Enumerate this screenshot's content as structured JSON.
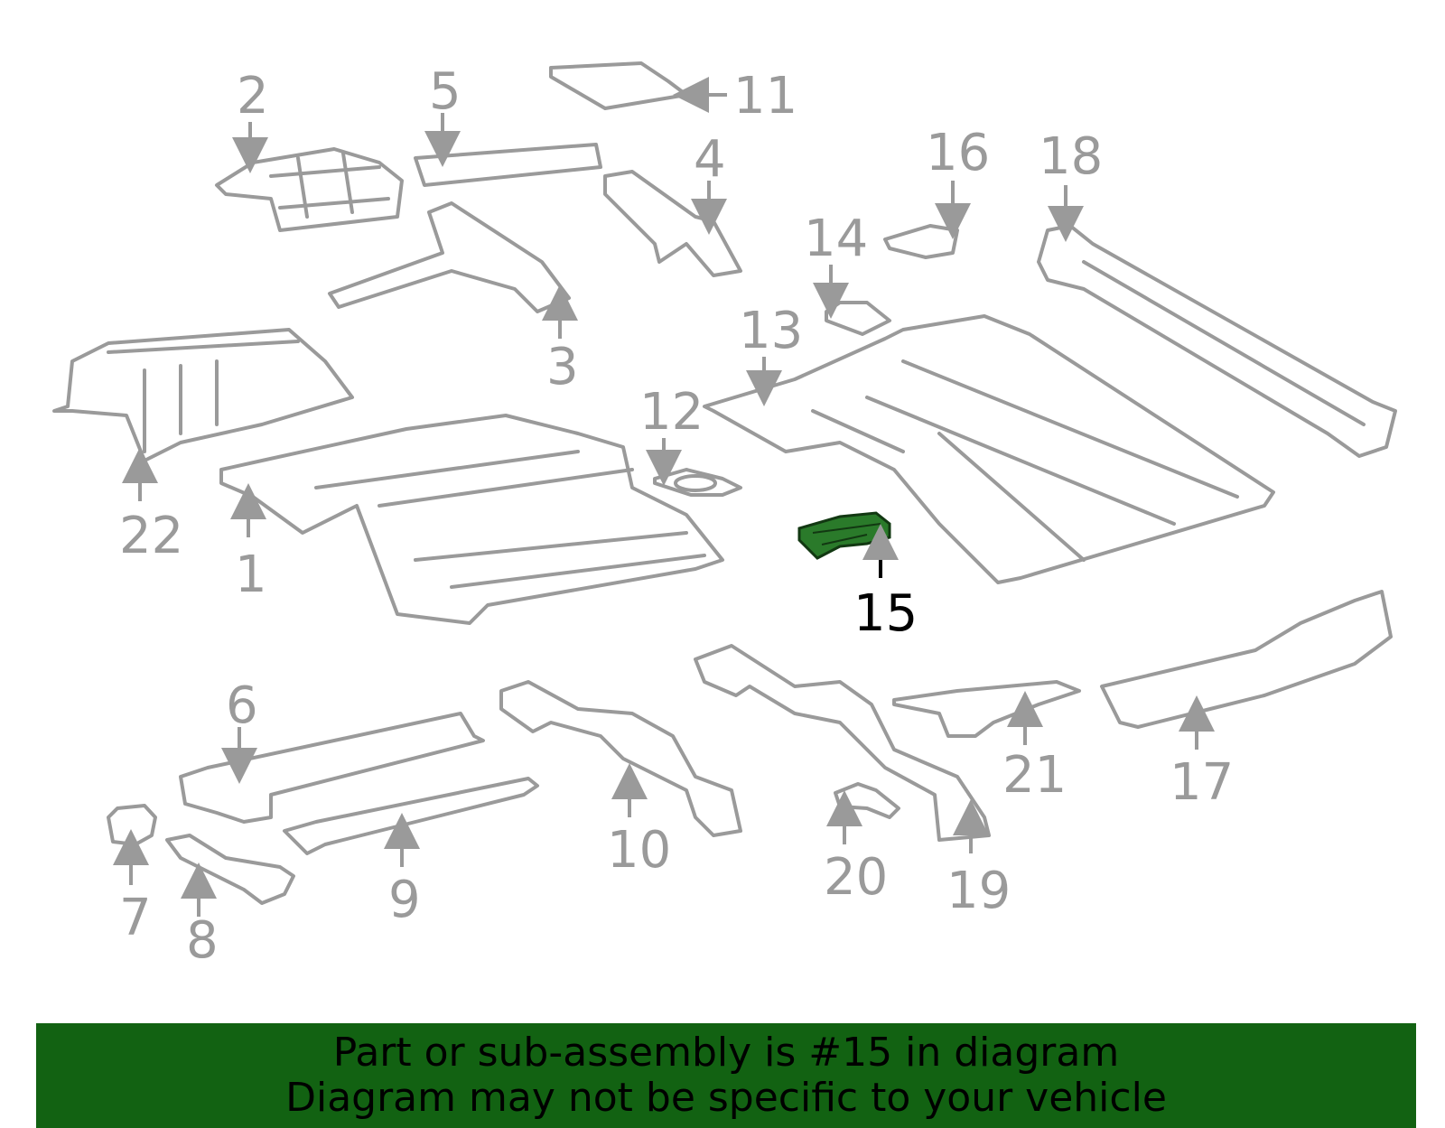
{
  "diagram": {
    "highlight_color": "#2a7a2a",
    "banner_color": "#126212",
    "highlighted_part": "15",
    "callouts": [
      "1",
      "2",
      "3",
      "4",
      "5",
      "6",
      "7",
      "8",
      "9",
      "10",
      "11",
      "12",
      "13",
      "14",
      "15",
      "16",
      "17",
      "18",
      "19",
      "20",
      "21",
      "22"
    ]
  },
  "banner": {
    "line1": "Part or sub-assembly is #15 in diagram",
    "line2": "Diagram may not be specific to your vehicle"
  }
}
